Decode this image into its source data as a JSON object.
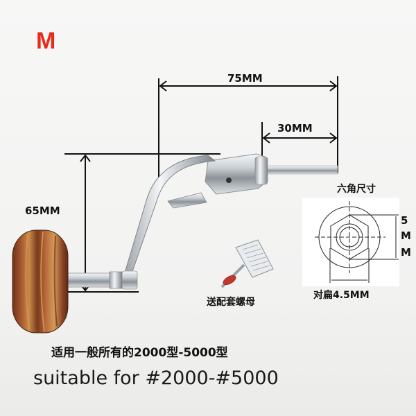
{
  "product": {
    "size_tag": "M",
    "size_tag_color": "#e8291c",
    "item": "spinning reel crank handle with wooden knob"
  },
  "dimensions": {
    "overall_length": "75MM",
    "shaft_length": "30MM",
    "arm_height": "65MM"
  },
  "hex_spec": {
    "title": "六角尺寸",
    "height_digit": "5",
    "height_unit_1": "M",
    "height_unit_2": "M",
    "across_flats": "对扁4.5MM"
  },
  "accessory": {
    "caption": "送配套螺母"
  },
  "compatibility": {
    "chinese": "适用一般所有的2000型-5000型",
    "english": "suitable for #2000-#5000"
  },
  "colors": {
    "background": "#f4f4f3",
    "dimension_line": "#111111",
    "chrome": "#c8ccd0",
    "wood": "#8a4a2c",
    "nut_washer": "#c0392b"
  }
}
